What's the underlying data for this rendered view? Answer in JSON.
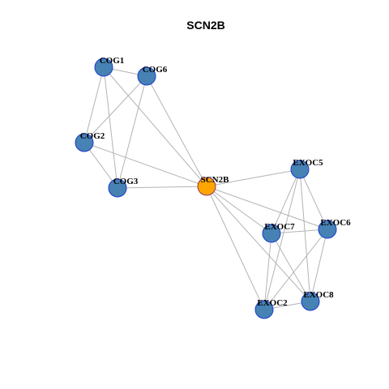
{
  "title": "SCN2B",
  "colors": {
    "center_fill": "#FFA500",
    "center_stroke": "#8B3A62",
    "node_fill": "#4682B4",
    "node_stroke": "#1E3BCC",
    "edge": "#B3B3B3"
  },
  "network": {
    "nodes": [
      {
        "id": "COG1",
        "label": "COG1",
        "center": false
      },
      {
        "id": "COG6",
        "label": "COG6",
        "center": false
      },
      {
        "id": "COG2",
        "label": "COG2",
        "center": false
      },
      {
        "id": "COG3",
        "label": "COG3",
        "center": false
      },
      {
        "id": "SCN2B",
        "label": "SCN2B",
        "center": true
      },
      {
        "id": "EXOC5",
        "label": "EXOC5",
        "center": false
      },
      {
        "id": "EXOC7",
        "label": "EXOC7",
        "center": false
      },
      {
        "id": "EXOC6",
        "label": "EXOC6",
        "center": false
      },
      {
        "id": "EXOC8",
        "label": "EXOC8",
        "center": false
      },
      {
        "id": "EXOC2",
        "label": "EXOC2",
        "center": false
      }
    ],
    "edges": [
      [
        "COG1",
        "COG6"
      ],
      [
        "COG1",
        "COG2"
      ],
      [
        "COG1",
        "COG3"
      ],
      [
        "COG1",
        "SCN2B"
      ],
      [
        "COG6",
        "COG2"
      ],
      [
        "COG6",
        "COG3"
      ],
      [
        "COG6",
        "SCN2B"
      ],
      [
        "COG2",
        "COG3"
      ],
      [
        "COG2",
        "SCN2B"
      ],
      [
        "COG3",
        "SCN2B"
      ],
      [
        "SCN2B",
        "EXOC5"
      ],
      [
        "SCN2B",
        "EXOC7"
      ],
      [
        "SCN2B",
        "EXOC6"
      ],
      [
        "SCN2B",
        "EXOC8"
      ],
      [
        "SCN2B",
        "EXOC2"
      ],
      [
        "EXOC5",
        "EXOC7"
      ],
      [
        "EXOC5",
        "EXOC6"
      ],
      [
        "EXOC5",
        "EXOC8"
      ],
      [
        "EXOC5",
        "EXOC2"
      ],
      [
        "EXOC7",
        "EXOC6"
      ],
      [
        "EXOC7",
        "EXOC8"
      ],
      [
        "EXOC7",
        "EXOC2"
      ],
      [
        "EXOC6",
        "EXOC8"
      ],
      [
        "EXOC6",
        "EXOC2"
      ],
      [
        "EXOC8",
        "EXOC2"
      ]
    ]
  }
}
